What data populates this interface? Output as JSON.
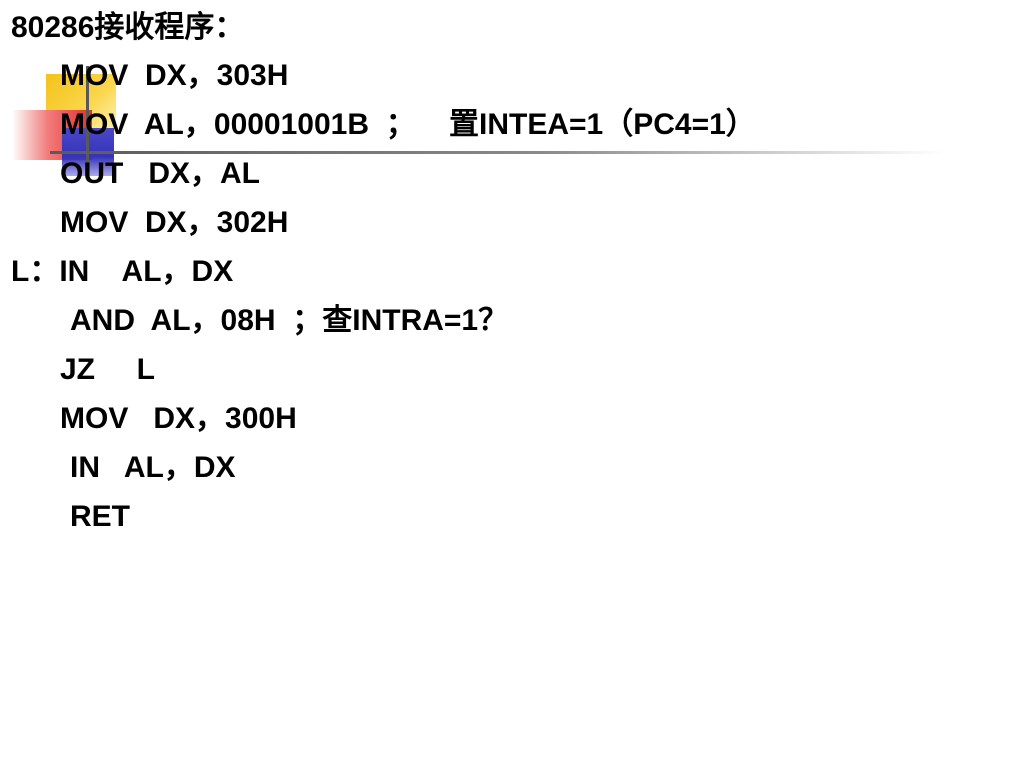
{
  "slide": {
    "lines": [
      "80286接收程序：",
      "MOV  DX，303H",
      "MOV  AL，00001001B  ；    置INTEA=1（PC4=1）",
      "OUT   DX，AL",
      "MOV  DX，302H",
      "L：IN    AL，DX",
      "AND  AL，08H  ；查INTRA=1？",
      "JZ     L",
      "MOV   DX，300H",
      "IN   AL，DX",
      "RET"
    ]
  }
}
